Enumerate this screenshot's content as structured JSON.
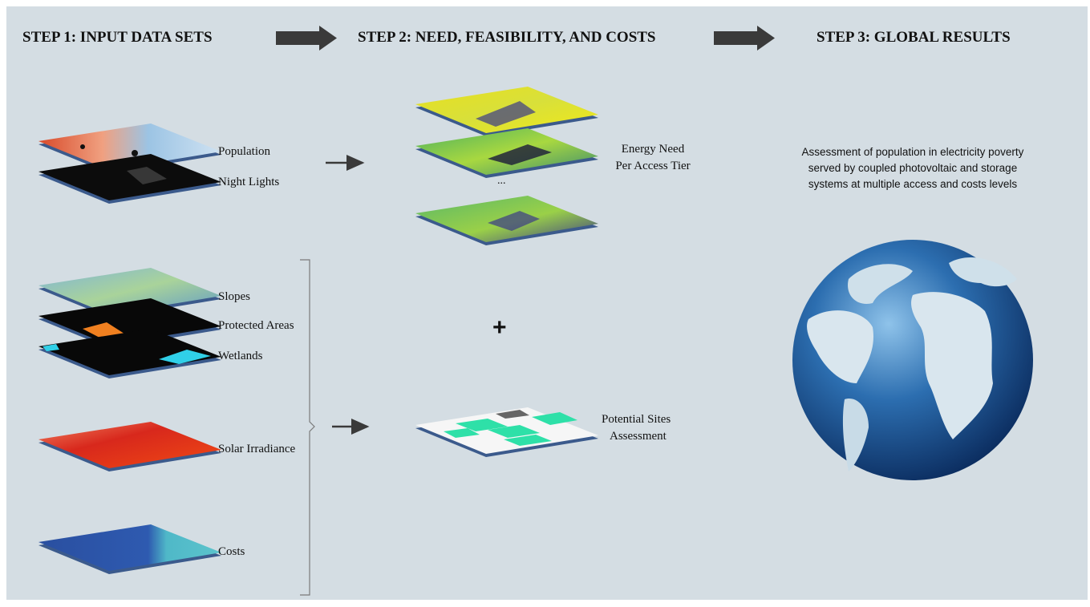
{
  "steps": {
    "step1": "STEP 1: INPUT DATA SETS",
    "step2": "STEP 2: NEED, FEASIBILITY, AND COSTS",
    "step3": "STEP 3: GLOBAL RESULTS"
  },
  "inputs": {
    "population": "Population",
    "night_lights": "Night Lights",
    "slopes": "Slopes",
    "protected_areas": "Protected Areas",
    "wetlands": "Wetlands",
    "solar_irradiance": "Solar Irradiance",
    "costs": "Costs"
  },
  "step2": {
    "energy_need_line1": "Energy Need",
    "energy_need_line2": "Per Access Tier",
    "ellipsis": "...",
    "plus": "+",
    "sites_line1": "Potential Sites",
    "sites_line2": "Assessment"
  },
  "results": {
    "line1": "Assessment of population in electricity poverty",
    "line2": "served by coupled photovoltaic and storage",
    "line3": "systems at multiple access and costs levels"
  },
  "colors": {
    "background": "#d4dde3",
    "arrow": "#3a3a3a",
    "layer_edge": "#3b5a8c"
  },
  "icons": [
    "flow-arrow-icon",
    "globe-icon",
    "bracket-icon",
    "plus-icon"
  ]
}
